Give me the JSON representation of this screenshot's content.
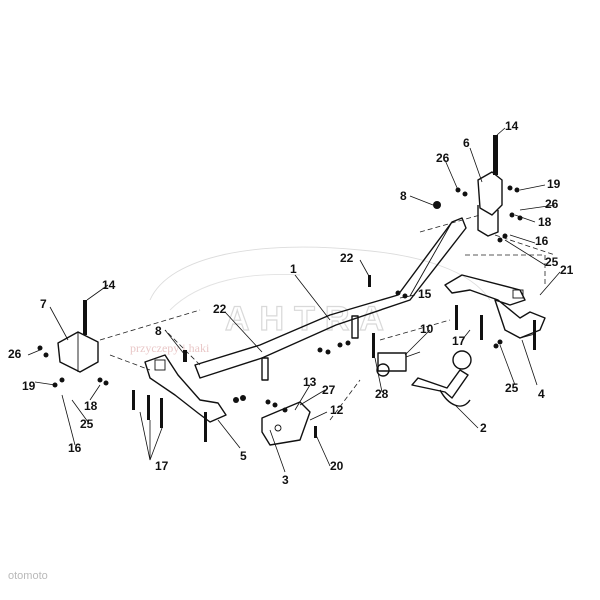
{
  "watermark": {
    "brand": "AHTRA",
    "sub": "przyczepy i haki"
  },
  "footer": "otomoto",
  "callouts": [
    {
      "id": "c1",
      "text": "1"
    },
    {
      "id": "c2",
      "text": "2"
    },
    {
      "id": "c3",
      "text": "3"
    },
    {
      "id": "c4",
      "text": "4"
    },
    {
      "id": "c5",
      "text": "5"
    },
    {
      "id": "c6",
      "text": "6"
    },
    {
      "id": "c7",
      "text": "7"
    },
    {
      "id": "c8a",
      "text": "8"
    },
    {
      "id": "c8b",
      "text": "8"
    },
    {
      "id": "c10",
      "text": "10"
    },
    {
      "id": "c12",
      "text": "12"
    },
    {
      "id": "c13",
      "text": "13"
    },
    {
      "id": "c14a",
      "text": "14"
    },
    {
      "id": "c14b",
      "text": "14"
    },
    {
      "id": "c15",
      "text": "15"
    },
    {
      "id": "c16a",
      "text": "16"
    },
    {
      "id": "c16b",
      "text": "16"
    },
    {
      "id": "c17a",
      "text": "17"
    },
    {
      "id": "c17b",
      "text": "17"
    },
    {
      "id": "c18a",
      "text": "18"
    },
    {
      "id": "c18b",
      "text": "18"
    },
    {
      "id": "c19a",
      "text": "19"
    },
    {
      "id": "c19b",
      "text": "19"
    },
    {
      "id": "c20",
      "text": "20"
    },
    {
      "id": "c21",
      "text": "21"
    },
    {
      "id": "c22a",
      "text": "22"
    },
    {
      "id": "c22b",
      "text": "22"
    },
    {
      "id": "c25a",
      "text": "25"
    },
    {
      "id": "c25b",
      "text": "25"
    },
    {
      "id": "c25c",
      "text": "25"
    },
    {
      "id": "c26a",
      "text": "26"
    },
    {
      "id": "c26b",
      "text": "26"
    },
    {
      "id": "c26c",
      "text": "26"
    },
    {
      "id": "c27",
      "text": "27"
    },
    {
      "id": "c28",
      "text": "28"
    }
  ]
}
